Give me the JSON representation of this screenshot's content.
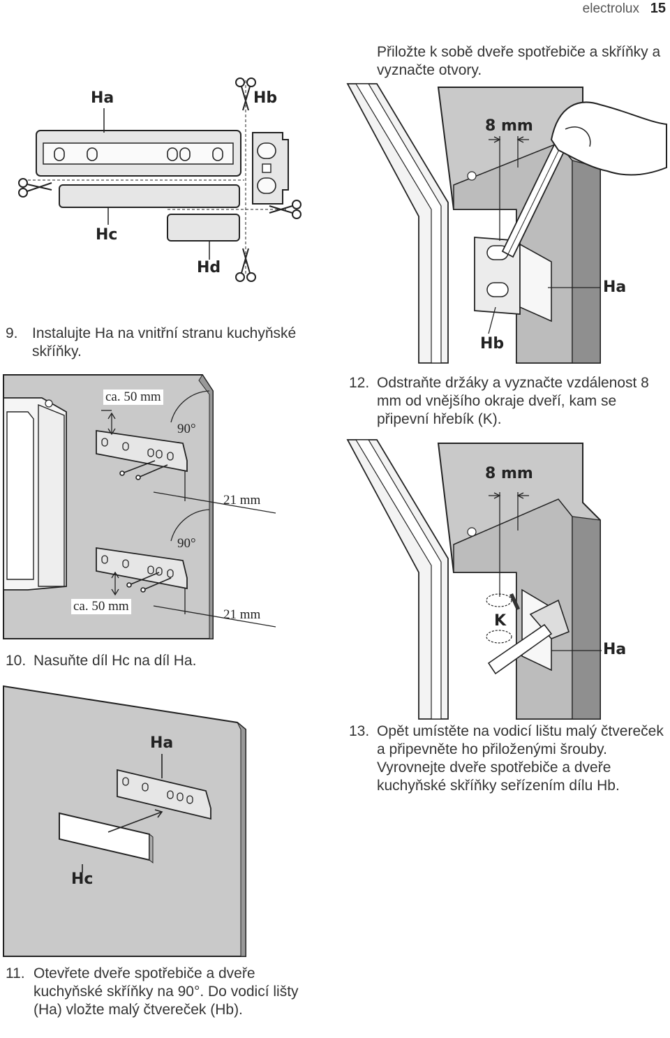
{
  "header": {
    "brand": "electrolux",
    "page": "15"
  },
  "text": {
    "intro": "Přiložte k sobě dveře spotřebiče a skříňky a vyznačte otvory.",
    "step9_num": "9.",
    "step9": "Instalujte Ha na vnitřní stranu kuchyňské skříňky.",
    "step10_num": "10.",
    "step10": "Nasuňte díl Hc na díl Ha.",
    "step11_num": "11.",
    "step11": "Otevřete dveře spotřebiče a dveře kuchyňské skříňky na 90°. Do vodicí lišty (Ha) vložte malý čtvereček (Hb).",
    "step12_num": "12.",
    "step12": "Odstraňte držáky a vyznačte vzdálenost 8 mm od vnějšího okraje dveří, kam se připevní hřebík (K).",
    "step13_num": "13.",
    "step13": "Opět umístěte na vodicí lištu malý čtvereček a připevněte ho přiloženými šrouby. Vyrovnejte dveře spotřebiče a dveře kuchyňské skříňky seřízením dílu Hb."
  },
  "labels": {
    "ha": "Ha",
    "hb": "Hb",
    "hc": "Hc",
    "hd": "Hd",
    "k": "K",
    "ca50": "ca. 50 mm",
    "mm21": "21 mm",
    "deg90": "90°",
    "mm8": "8 mm"
  }
}
